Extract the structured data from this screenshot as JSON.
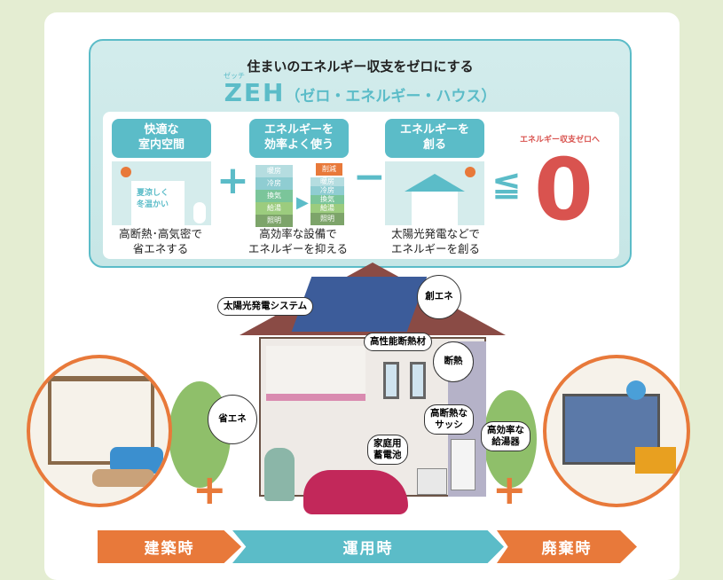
{
  "header": {
    "title": "住まいのエネルギー収支をゼロにする",
    "zeh": "ZEH",
    "zeh_ruby": "ゼッチ",
    "zeh_sub": "（ゼロ・エネルギー・ハウス）"
  },
  "steps": [
    {
      "tag": "快適な\n室内空間",
      "pic_text": "夏涼しく\n冬温かい",
      "caption": "高断熱･高気密で\n省エネする"
    },
    {
      "tag": "エネルギーを\n効率よく使う",
      "bars": [
        "暖房",
        "冷房",
        "換気",
        "給湯",
        "照明"
      ],
      "cut": "削減",
      "caption": "高効率な設備で\nエネルギーを抑える"
    },
    {
      "tag": "エネルギーを\n創る",
      "caption": "太陽光発電などで\nエネルギーを創る"
    }
  ],
  "ops": {
    "plus": "+",
    "minus": "−",
    "leq": "≦"
  },
  "result": {
    "label": "エネルギー収支ゼロへ",
    "value": "0"
  },
  "callouts": {
    "solar": "太陽光発電システム",
    "create": "創エネ",
    "insul_mat": "高性能断熱材",
    "insul": "断熱",
    "save": "省エネ",
    "sash": "高断熱な\nサッシ",
    "battery": "家庭用\n蓄電池",
    "heater": "高効率な\n給湯器"
  },
  "stages": [
    "建築時",
    "運用時",
    "廃棄時"
  ],
  "colors": {
    "teal": "#5bbcc8",
    "orange": "#e8793a",
    "red": "#d9534f"
  }
}
